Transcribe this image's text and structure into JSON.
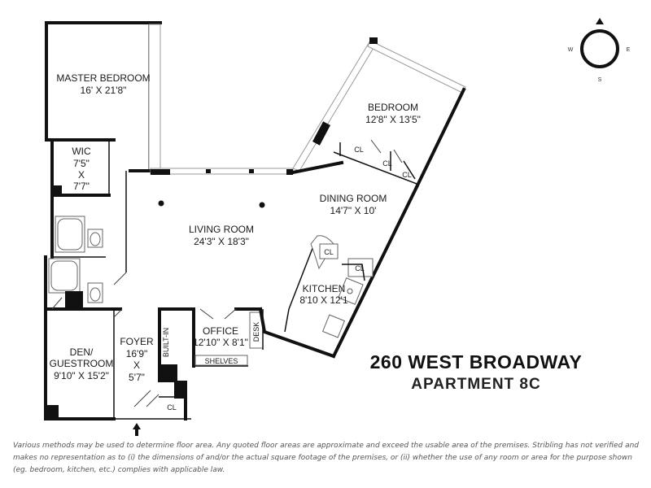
{
  "rooms": {
    "master_bedroom": {
      "name": "MASTER BEDROOM",
      "size": "16' X 21'8\""
    },
    "wic": {
      "name": "WIC",
      "dim1": "7'5\"",
      "x": "X",
      "dim2": "7'7\""
    },
    "bedroom": {
      "name": "BEDROOM",
      "size": "12'8\" X 13'5\""
    },
    "dining_room": {
      "name": "DINING ROOM",
      "size": "14'7\" X 10'"
    },
    "living_room": {
      "name": "LIVING ROOM",
      "size": "24'3\" X 18'3\""
    },
    "kitchen": {
      "name": "KITCHEN",
      "size": "8'10 X 12'1"
    },
    "office": {
      "name": "OFFICE",
      "size": "12'10\" X 8'1\""
    },
    "den": {
      "name_line1": "DEN/",
      "name_line2": "GUESTROOM",
      "size": "9'10\" X 15'2\""
    },
    "foyer": {
      "name": "FOYER",
      "dim1": "16'9\"",
      "x": "X",
      "dim2": "5'7\""
    }
  },
  "labels": {
    "closet": "CL",
    "built_in": "BUILT-IN",
    "shelves": "SHELVES",
    "desk": "DESK"
  },
  "compass": {
    "n": "",
    "w": "W",
    "e": "E",
    "s": "S"
  },
  "title": {
    "address": "260 WEST BROADWAY",
    "unit": "APARTMENT 8C"
  },
  "disclaimer": "Various methods may be used to determine floor area. Any quoted floor areas are approximate and exceed the usable area of the premises. Stribling has not verified and makes no representation as to (i) the dimensions of and/or the actual square footage of the premises, or (ii) whether the use of any room or area for the purpose shown (eg. bedroom, kitchen, etc.) complies with applicable law."
}
